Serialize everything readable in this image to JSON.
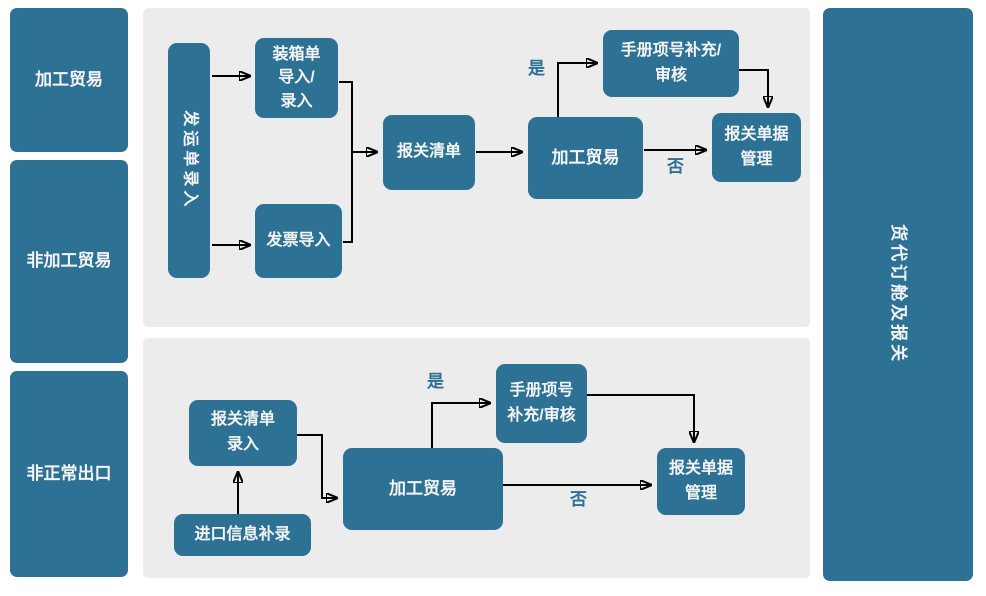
{
  "colors": {
    "node_fill": "#2d7294",
    "node_text": "#f5f5f5",
    "panel_bg": "#ececec",
    "page_bg": "#ffffff",
    "branch_label_text": "#2d7294",
    "arrow": "#000000"
  },
  "lanes": {
    "left": [
      {
        "label": "加工贸易"
      },
      {
        "label": "非加工贸易"
      },
      {
        "label": "非正常出口"
      }
    ],
    "right": {
      "label": "货代订舱及报关"
    }
  },
  "top_flow": {
    "shipping_note_entry": "发运单录入",
    "packing_list_import": "装箱单\n导入/\n录入",
    "invoice_import": "发票导入",
    "declaration_list": "报关清单",
    "processing_trade": "加工贸易",
    "manual_item_supplement": "手册项号补充/\n审核",
    "declaration_doc_management": "报关单据\n管理",
    "yes_label": "是",
    "no_label": "否"
  },
  "bottom_flow": {
    "declaration_list_entry": "报关清单\n录入",
    "import_info_supplement": "进口信息补录",
    "processing_trade": "加工贸易",
    "manual_item_supplement": "手册项号\n补充/审核",
    "declaration_doc_management": "报关单据\n管理",
    "yes_label": "是",
    "no_label": "否"
  }
}
